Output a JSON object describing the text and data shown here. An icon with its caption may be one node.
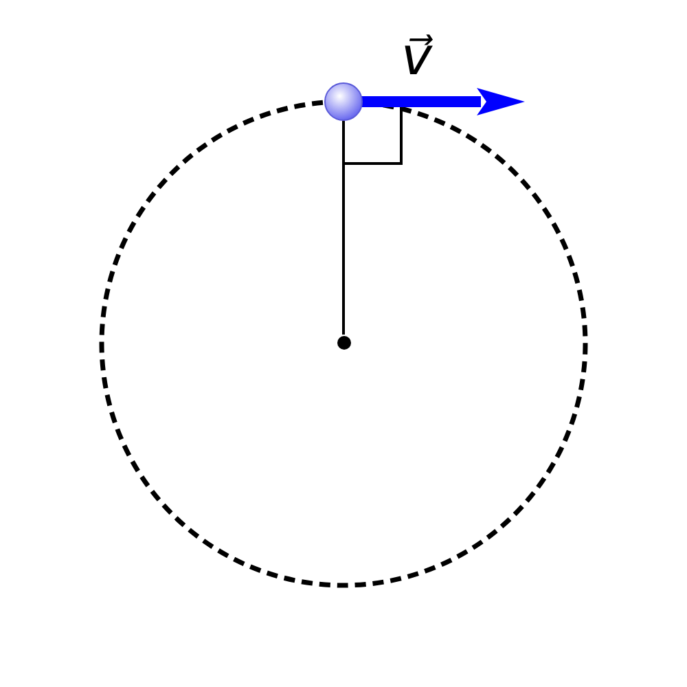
{
  "diagram": {
    "nodes": [
      {
        "text": [],
        "shape": "circle"
      },
      {
        "text": [],
        "shape": "circle"
      }
    ],
    "edges": [
      {
        "from": 1,
        "to": 0,
        "arrow": "none"
      }
    ],
    "labels": [
      "v⃗"
    ]
  }
}
